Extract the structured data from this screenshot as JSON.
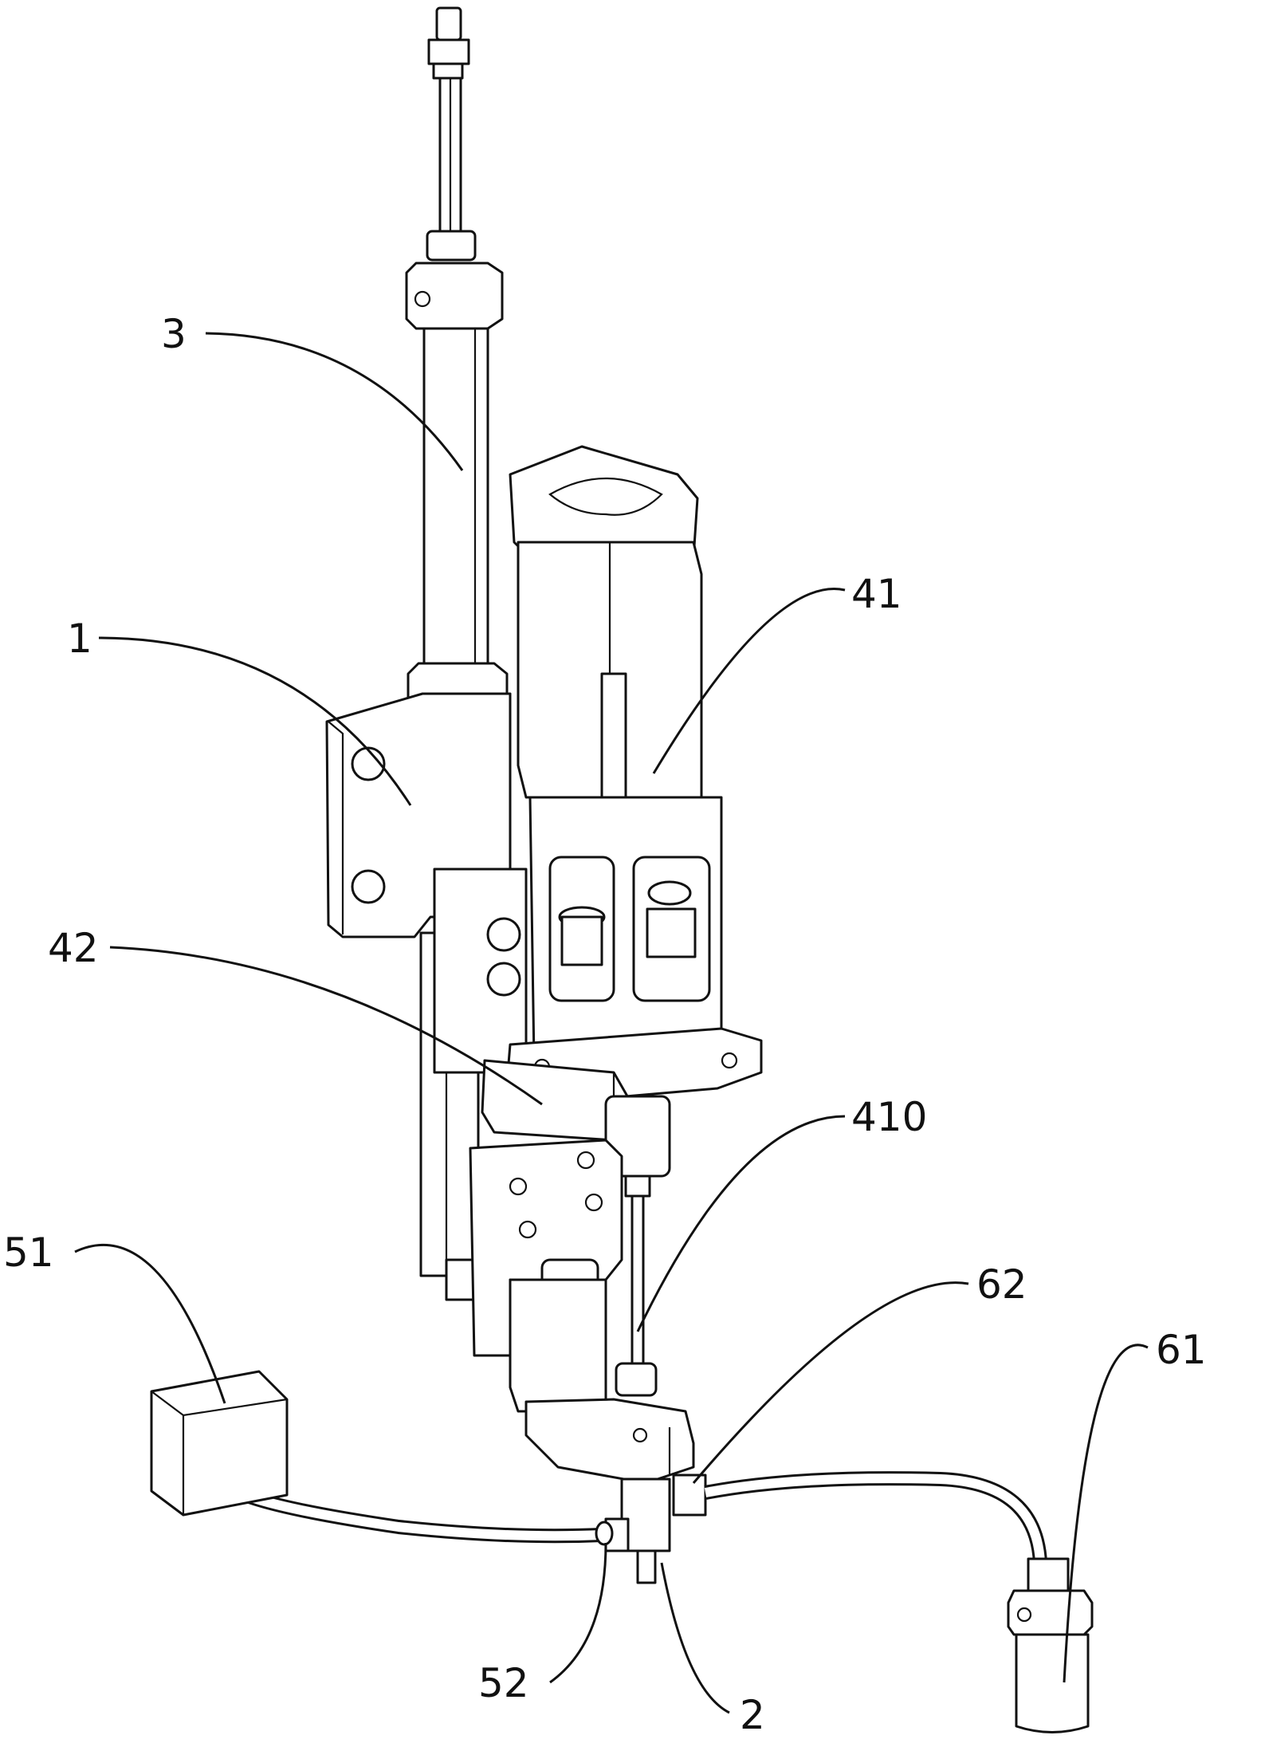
{
  "labels": {
    "l3": "3",
    "l41": "41",
    "l1": "1",
    "l42": "42",
    "l410": "410",
    "l62": "62",
    "l51": "51",
    "l61": "61",
    "l52": "52",
    "l2": "2"
  }
}
